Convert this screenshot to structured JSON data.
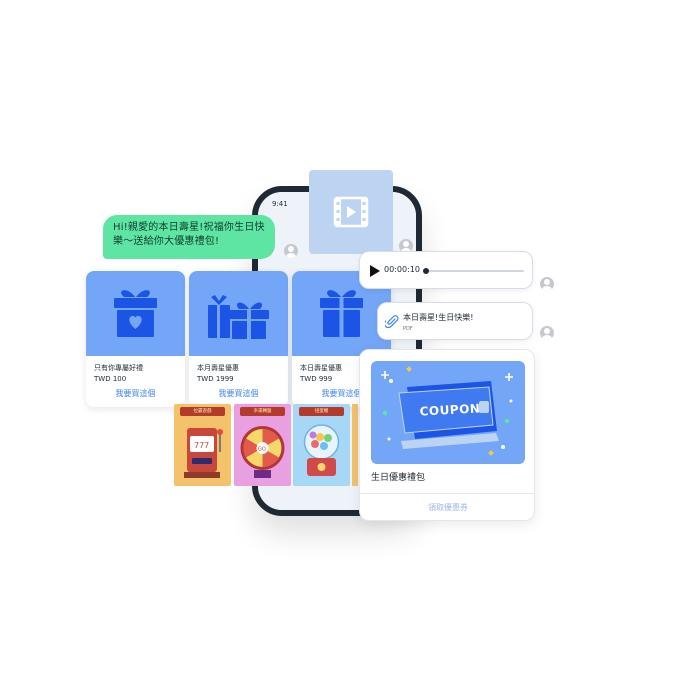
{
  "phone": {
    "status_time": "9:41"
  },
  "greeting": {
    "text": "Hi!親愛的本日壽星!祝福你生日快樂～送給你大優惠禮包!"
  },
  "gift_cards": [
    {
      "title": "只有你專屬好禮",
      "price": "TWD 100",
      "button": "我要買這個",
      "icon": "gift-box-heart-icon"
    },
    {
      "title": "本月壽星優惠",
      "price": "TWD 1999",
      "button": "我要買這個",
      "icon": "gift-boxes-icon"
    },
    {
      "title": "本日壽星優惠",
      "price": "TWD 999",
      "button": "我要買這個",
      "icon": "gift-box-icon"
    }
  ],
  "games": [
    {
      "name": "拉霸遊戲",
      "banner": "拉霸遊戲",
      "icon": "slot-machine-icon",
      "bg": "#f3c26b"
    },
    {
      "name": "幸運轉盤",
      "banner": "幸運轉盤",
      "icon": "spin-wheel-icon",
      "bg": "#e8a0e0"
    },
    {
      "name": "扭蛋機",
      "banner": "扭蛋機",
      "icon": "gacha-machine-icon",
      "bg": "#a7d7f7"
    }
  ],
  "video": {
    "icon": "video-icon"
  },
  "audio": {
    "time": "00:00:10",
    "progress": 0.02,
    "icon": "play-icon"
  },
  "file": {
    "name": "本日壽星!生日快樂!",
    "type": "PDF",
    "icon": "paperclip-icon"
  },
  "coupon": {
    "image_text": "COUPON",
    "title": "生日優惠禮包",
    "button": "領取優惠券"
  },
  "colors": {
    "accent_blue": "#73a6f7",
    "bubble_green": "#5ee5a4",
    "link_blue": "#3b82f6"
  }
}
